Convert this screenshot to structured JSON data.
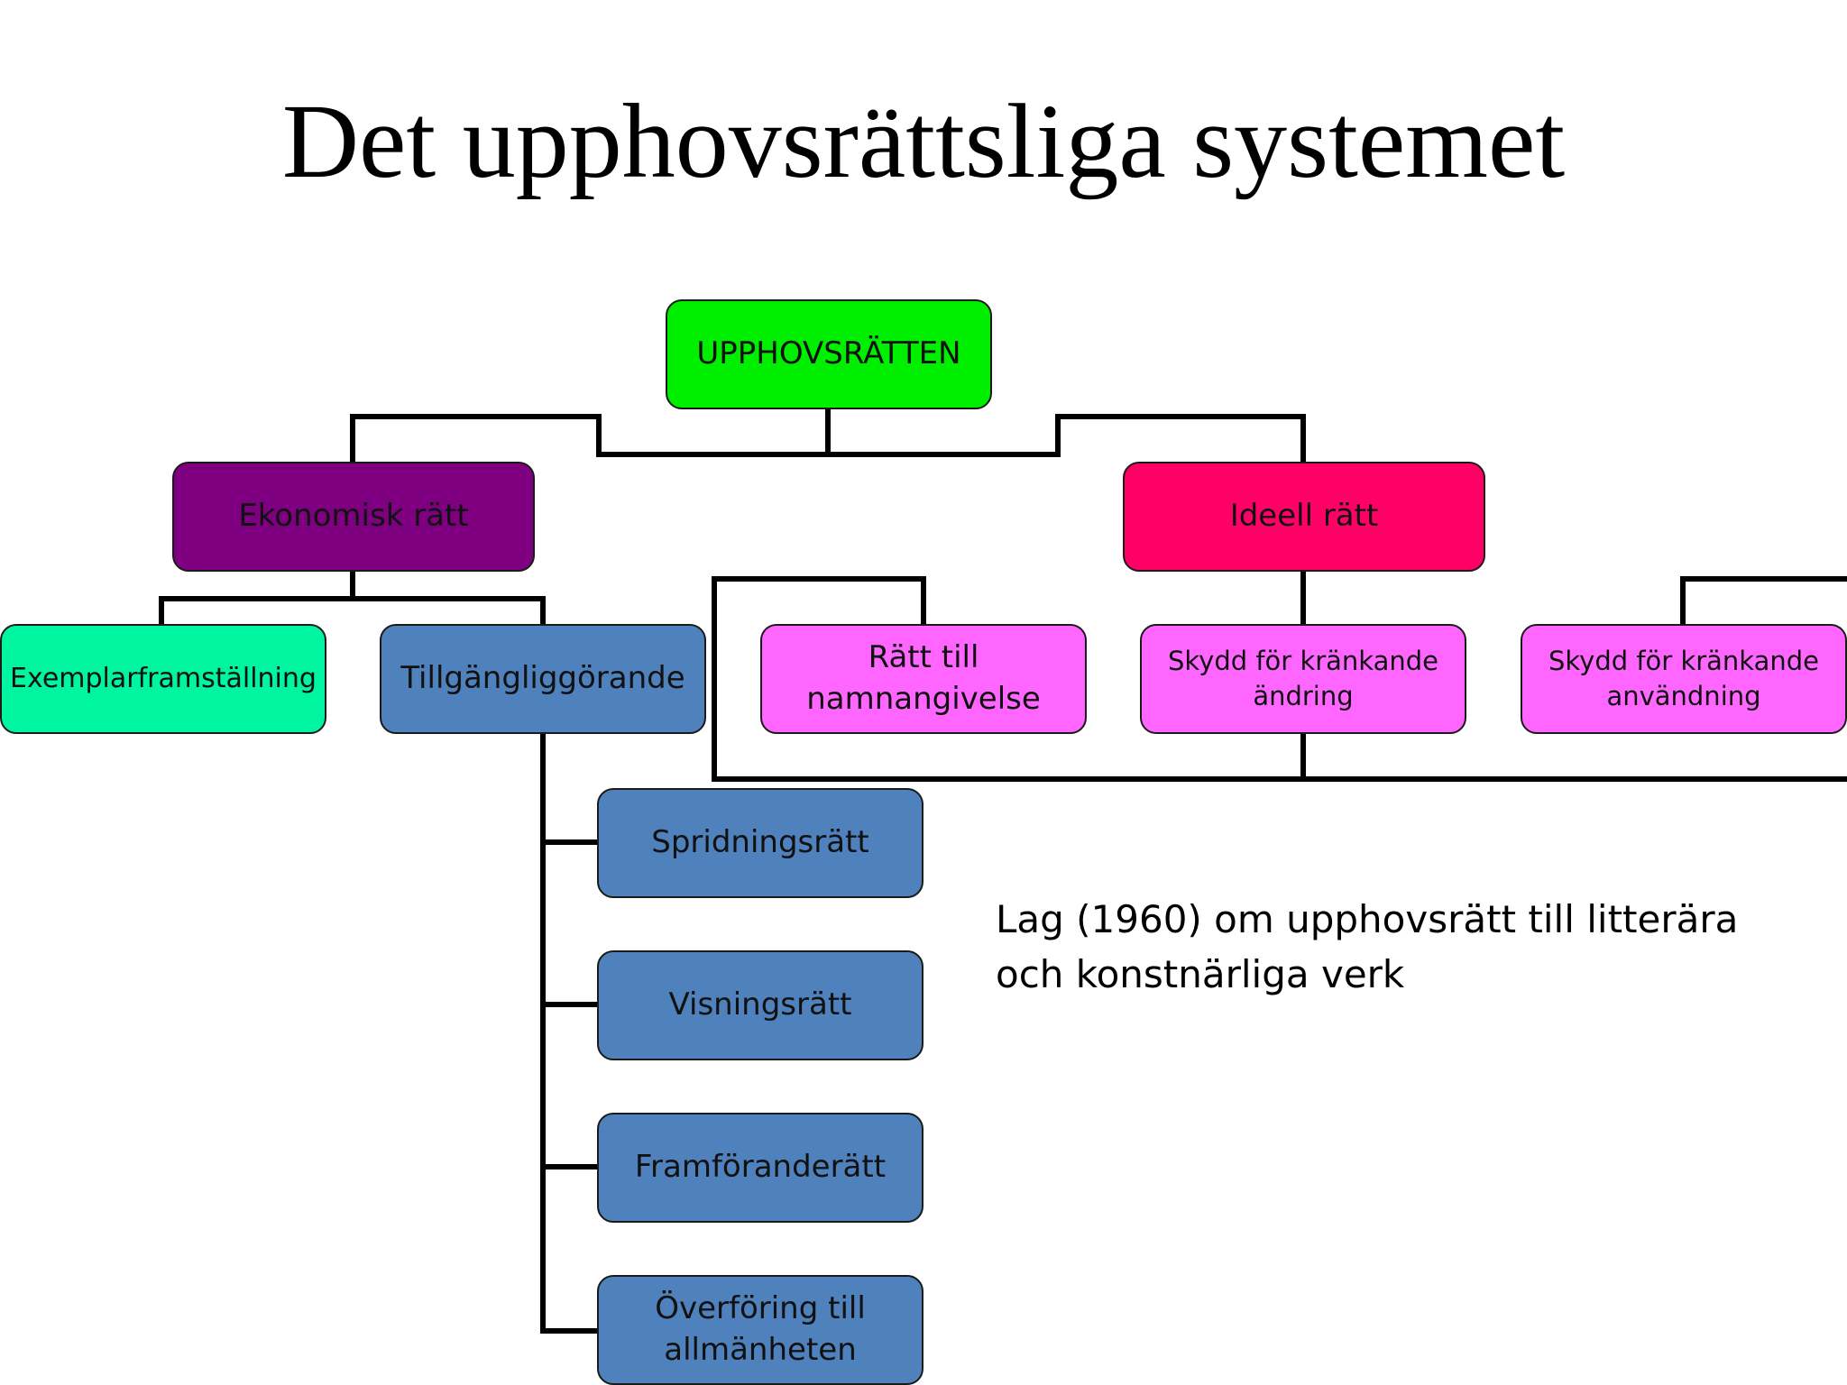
{
  "title": "Det upphovsrättsliga systemet",
  "root": {
    "label": "UPPHOVSRÄTTEN",
    "color": "#00ee00"
  },
  "branches": {
    "economic": {
      "label": "Ekonomisk rätt",
      "color": "#7e0080",
      "children": [
        {
          "label": "Exemplarframställning",
          "color": "#00f5a0"
        },
        {
          "label": "Tillgängliggörande",
          "color": "#4f81bd",
          "children": [
            {
              "label": "Spridningsrätt"
            },
            {
              "label": "Visningsrätt"
            },
            {
              "label": "Framföranderätt"
            },
            {
              "label": "Överföring till allmänheten"
            }
          ]
        }
      ]
    },
    "moral": {
      "label": "Ideell rätt",
      "color": "#ff0066",
      "children": [
        {
          "label": "Rätt till namnangivelse",
          "color": "#ff66ff"
        },
        {
          "label": "Skydd för kränkande ändring",
          "color": "#ff66ff"
        },
        {
          "label": "Skydd för kränkande användning",
          "color": "#ff66ff"
        }
      ]
    }
  },
  "note": "Lag (1960) om upphovsrätt till litterära och konstnärliga verk"
}
